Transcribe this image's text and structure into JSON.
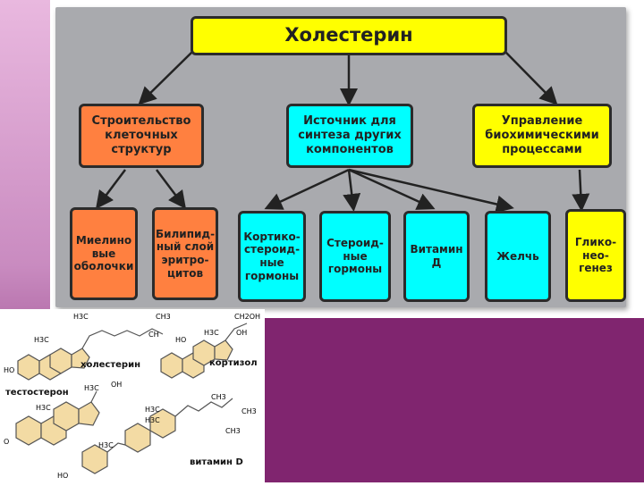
{
  "title": "Холестерин",
  "level1": [
    {
      "label": "Строительство\nклеточных\nструктур",
      "color": "#ff8040"
    },
    {
      "label": "Источник для\nсинтеза других\nкомпонентов",
      "color": "#00ffff"
    },
    {
      "label": "Управление\nбиохимическими\nпроцессами",
      "color": "#ffff00"
    }
  ],
  "level2": [
    {
      "label": "Миелино\nвые\nоболочки",
      "color": "#ff8040"
    },
    {
      "label": "Билипид-\nный слой\nэритро-\nцитов",
      "color": "#ff8040"
    },
    {
      "label": "Кортико-\nстероид-\nные\nгормоны",
      "color": "#00ffff"
    },
    {
      "label": "Стероид-\nные\nгормоны",
      "color": "#00ffff"
    },
    {
      "label": "Витамин\nД",
      "color": "#00ffff"
    },
    {
      "label": "Желчь",
      "color": "#00ffff"
    },
    {
      "label": "Глико-\nнео-\nгенез",
      "color": "#ffff00"
    }
  ],
  "molecules": {
    "cholesterol": "холестерин",
    "cortisol": "кортизол",
    "testosterone": "тестостерон",
    "vitamin_d": "витамин D"
  },
  "chem_labels": {
    "h3c": "H3C",
    "ch3": "CH3",
    "ch2oh": "CH2OH",
    "oh": "OH",
    "ho": "HO",
    "o": "O",
    "ch": "CH"
  },
  "colors": {
    "accent_purple": "#80256f",
    "panel_grey": "#a9aaae",
    "yellow": "#ffff00",
    "orange": "#ff8040",
    "cyan": "#00ffff"
  }
}
